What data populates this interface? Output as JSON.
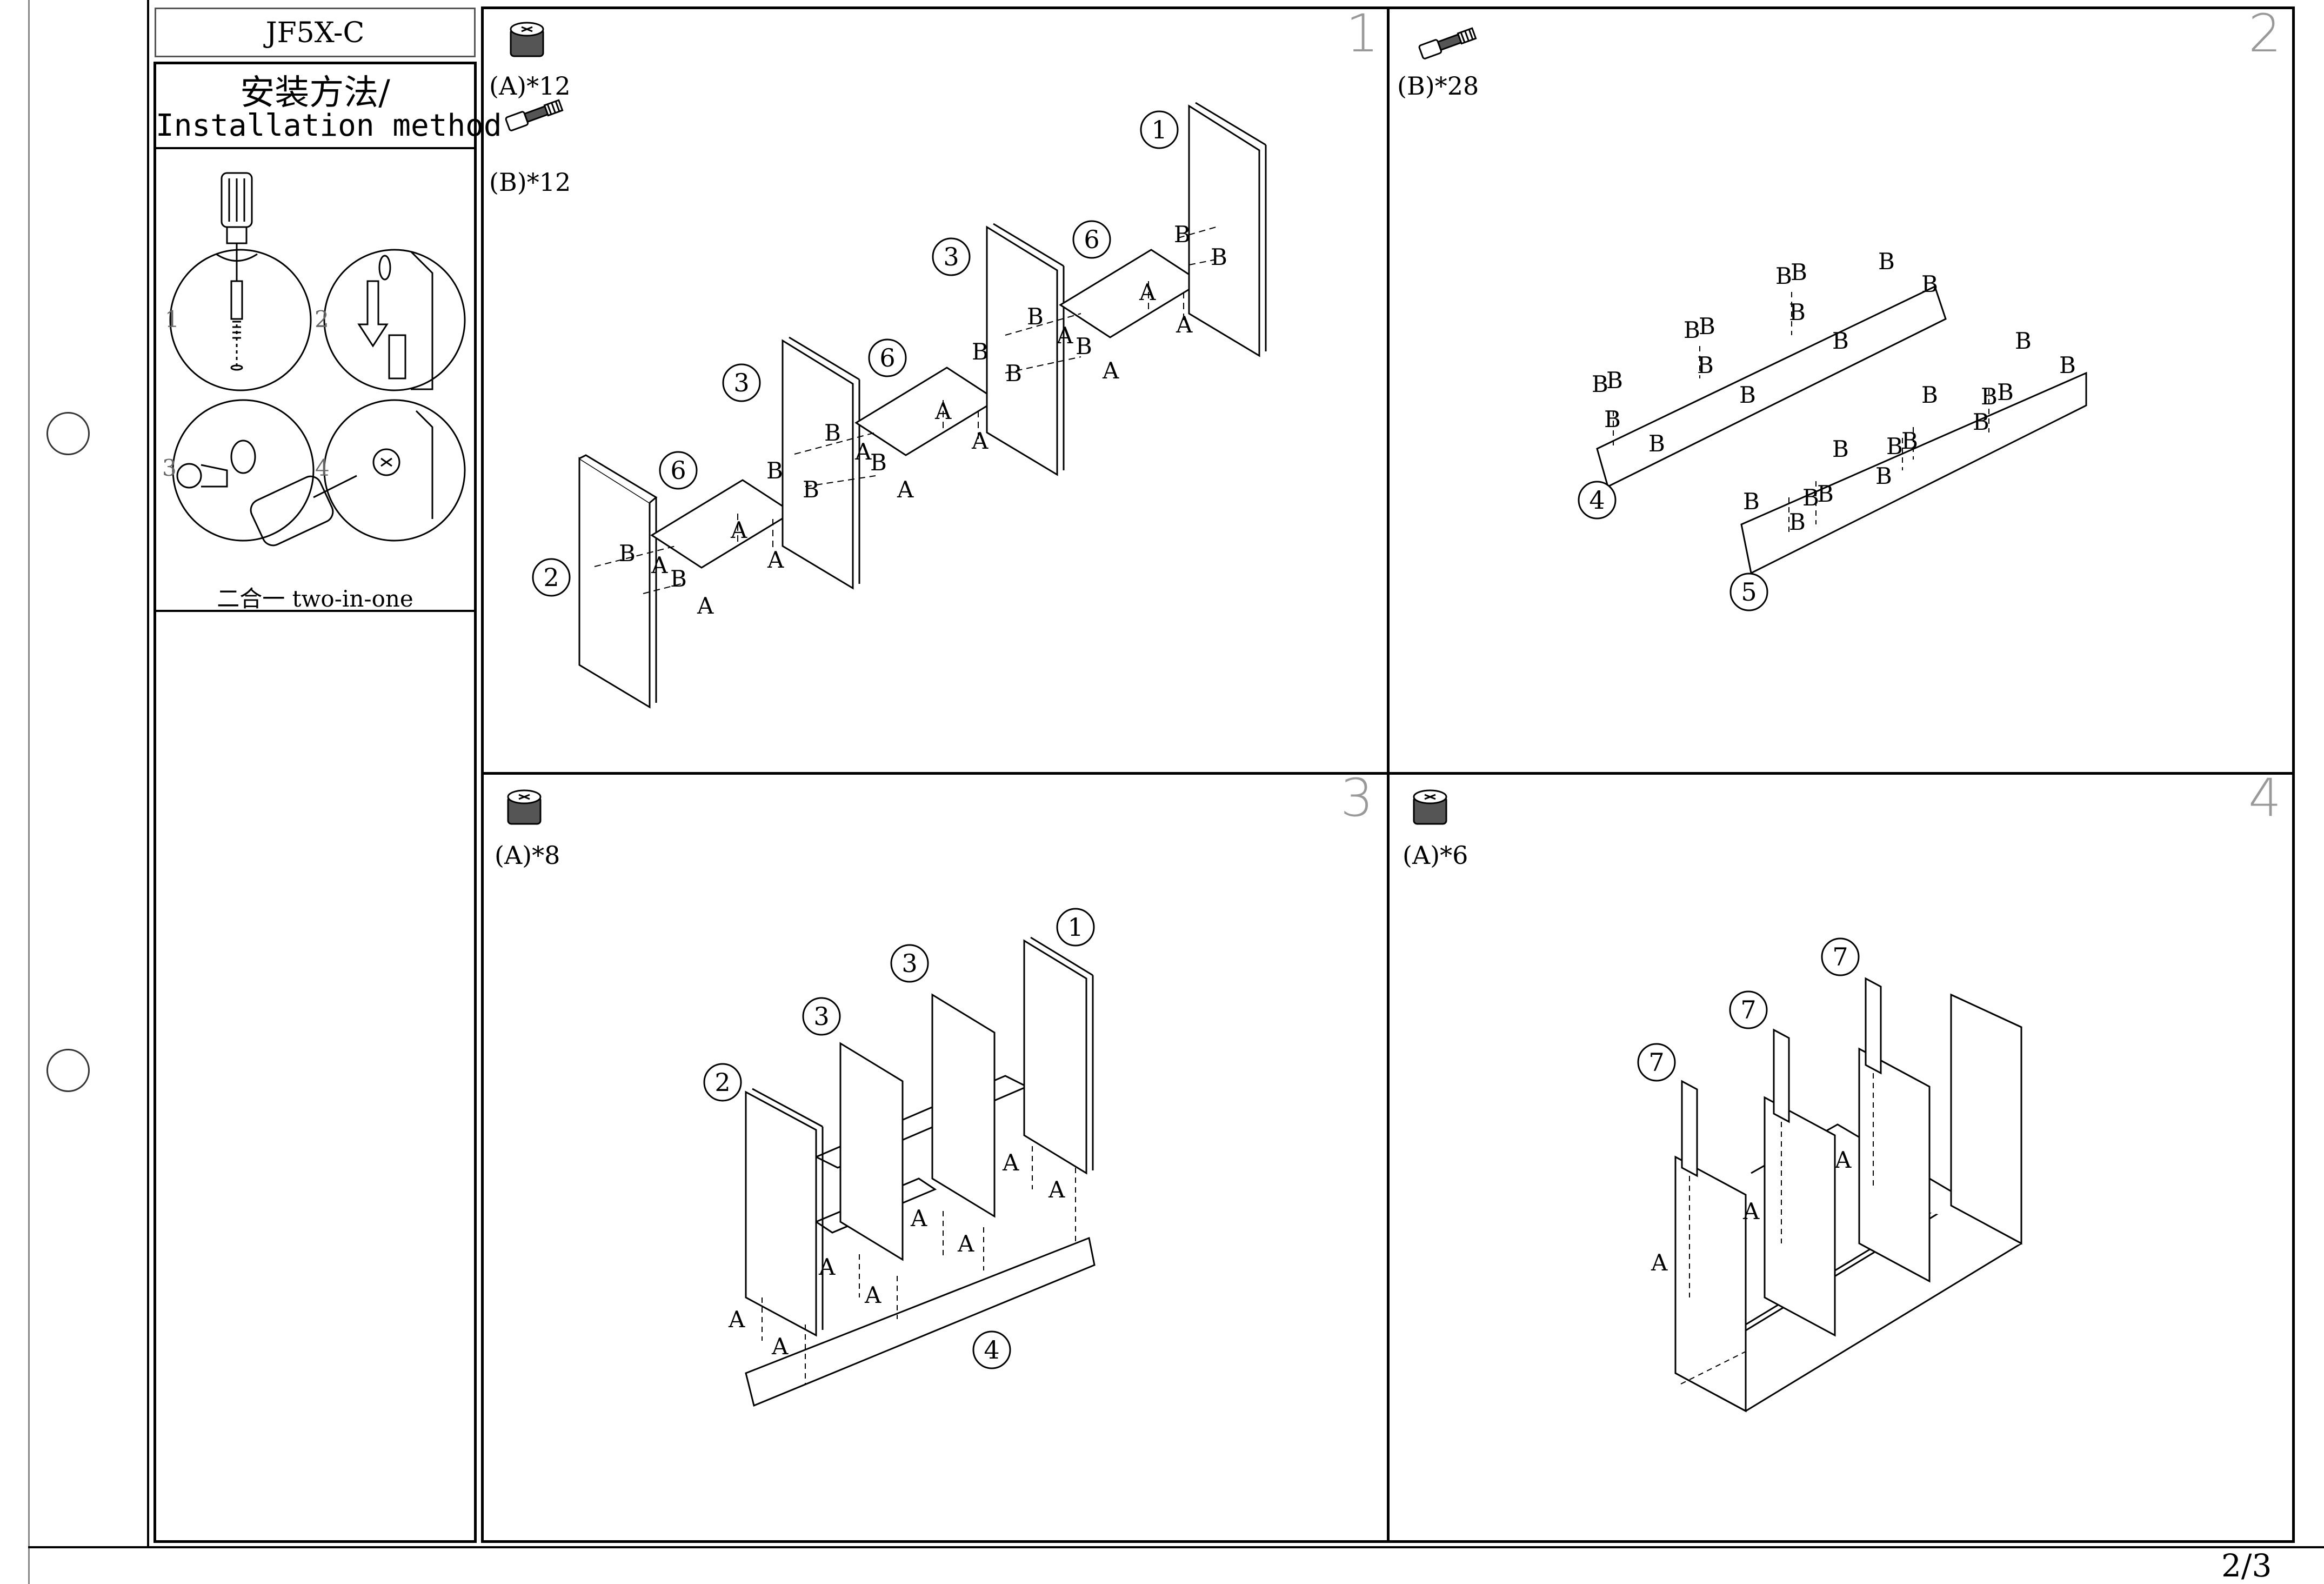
{
  "header": {
    "model": "JF5X-C",
    "title_zh": "安装方法/",
    "title_en": "Installation method"
  },
  "method_panel": {
    "steps": [
      "1",
      "2",
      "3",
      "4"
    ],
    "caption": "二合一 two-in-one"
  },
  "steps": [
    {
      "number": "1",
      "parts": [
        {
          "icon": "cam-lock-icon",
          "label": "(A)*12"
        },
        {
          "icon": "dowel-bolt-icon",
          "label": "(B)*12"
        }
      ],
      "callouts": [
        "1",
        "2",
        "3",
        "3",
        "6",
        "6",
        "6"
      ]
    },
    {
      "number": "2",
      "parts": [
        {
          "icon": "dowel-bolt-icon",
          "label": "(B)*28"
        }
      ],
      "callouts": [
        "4",
        "5"
      ]
    },
    {
      "number": "3",
      "parts": [
        {
          "icon": "cam-lock-icon",
          "label": "(A)*8"
        }
      ],
      "callouts": [
        "1",
        "2",
        "3",
        "3",
        "4"
      ]
    },
    {
      "number": "4",
      "parts": [
        {
          "icon": "cam-lock-icon",
          "label": "(A)*6"
        }
      ],
      "callouts": [
        "7",
        "7",
        "7"
      ]
    }
  ],
  "labels": {
    "a": "A",
    "b": "B"
  },
  "footer": {
    "page": "2/3"
  }
}
